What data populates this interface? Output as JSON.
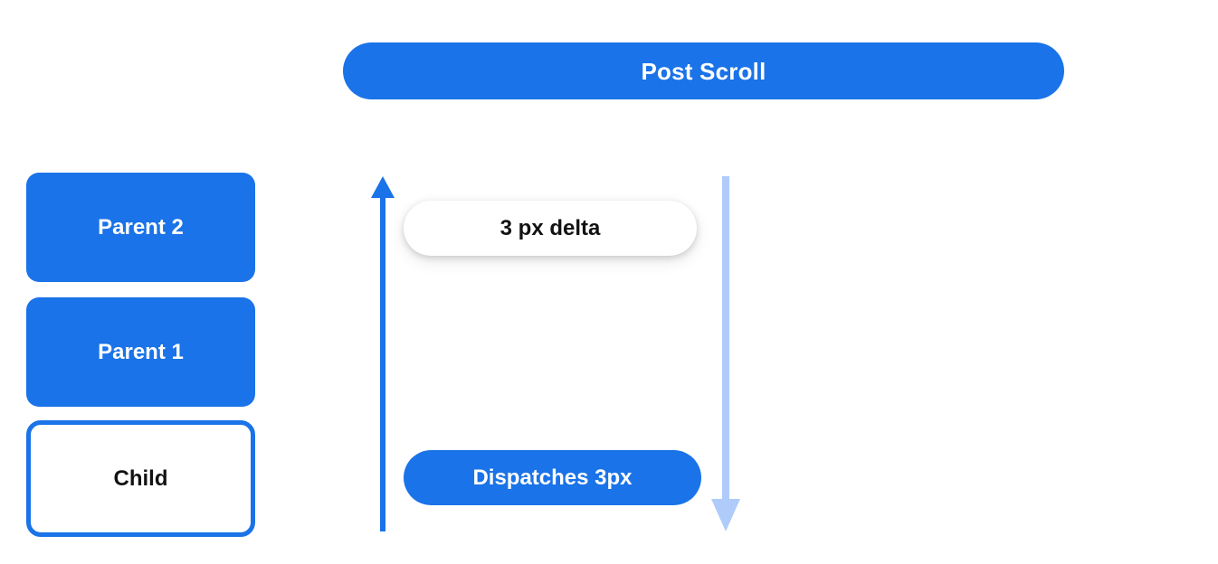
{
  "colors": {
    "accent_blue": "#1a73e8",
    "light_blue": "#aecbfa",
    "background": "#ffffff",
    "text_dark": "#121212",
    "text_light": "#ffffff"
  },
  "banner": {
    "title": "Post Scroll"
  },
  "boxes": [
    {
      "id": "parent2",
      "label": "Parent 2",
      "style": "filled"
    },
    {
      "id": "parent1",
      "label": "Parent 1",
      "style": "filled"
    },
    {
      "id": "child",
      "label": "Child",
      "style": "outlined"
    }
  ],
  "arrows": [
    {
      "id": "scroll-up-arrow",
      "direction": "up",
      "color": "#1a73e8"
    },
    {
      "id": "scroll-down-arrow",
      "direction": "down",
      "color": "#aecbfa"
    }
  ],
  "pills": [
    {
      "id": "delta",
      "label": "3 px delta",
      "style": "white"
    },
    {
      "id": "dispatch",
      "label": "Dispatches 3px",
      "style": "blue"
    }
  ]
}
